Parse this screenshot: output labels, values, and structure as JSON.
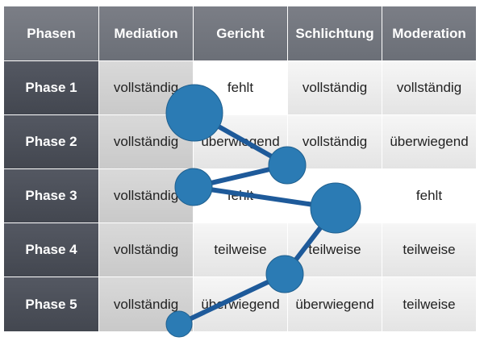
{
  "table": {
    "corner": "Phasen",
    "columns": [
      "Mediation",
      "Gericht",
      "Schlichtung",
      "Moderation"
    ],
    "rows": [
      {
        "label": "Phase 1",
        "cells": [
          "vollständig",
          "fehlt",
          "vollständig",
          "vollständig"
        ]
      },
      {
        "label": "Phase 2",
        "cells": [
          "vollständig",
          "überwiegend",
          "vollständig",
          "überwiegend"
        ]
      },
      {
        "label": "Phase 3",
        "cells": [
          "vollständig",
          "fehlt",
          "",
          "fehlt"
        ]
      },
      {
        "label": "Phase 4",
        "cells": [
          "vollständig",
          "teilweise",
          "teilweise",
          "teilweise"
        ]
      },
      {
        "label": "Phase 5",
        "cells": [
          "vollständig",
          "überwiegend",
          "überwiegend",
          "teilweise"
        ]
      }
    ]
  },
  "colors": {
    "header_bg": "#737780",
    "row_header_bg": "#4b4f58",
    "bubble": "#2b7bb4",
    "bubble_stroke": "#1f5f8e",
    "line": "#1e5a9a"
  }
}
